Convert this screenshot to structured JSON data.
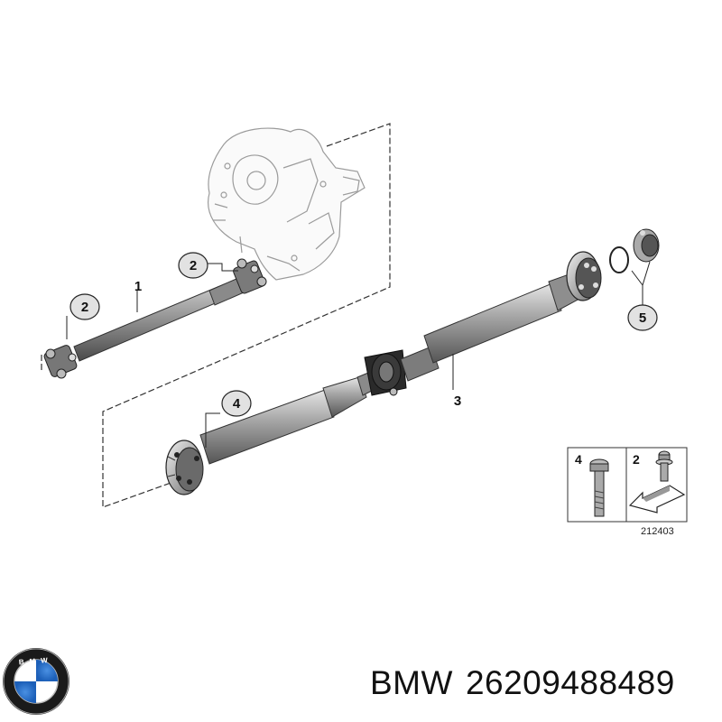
{
  "diagram": {
    "callouts": [
      {
        "id": "1",
        "text": "1"
      },
      {
        "id": "2a",
        "text": "2"
      },
      {
        "id": "2b",
        "text": "2"
      },
      {
        "id": "3",
        "text": "3"
      },
      {
        "id": "4",
        "text": "4"
      },
      {
        "id": "5",
        "text": "5"
      }
    ],
    "legend": {
      "bolt_long_label": "4",
      "bolt_short_label": "2",
      "diagram_code": "212403"
    }
  },
  "caption": {
    "brand": "BMW",
    "part_number": "26209488489"
  },
  "logo": {
    "text": "BMW",
    "colors": {
      "ring": "#1a1a1a",
      "blue": "#1c69d4",
      "white": "#ffffff"
    }
  }
}
